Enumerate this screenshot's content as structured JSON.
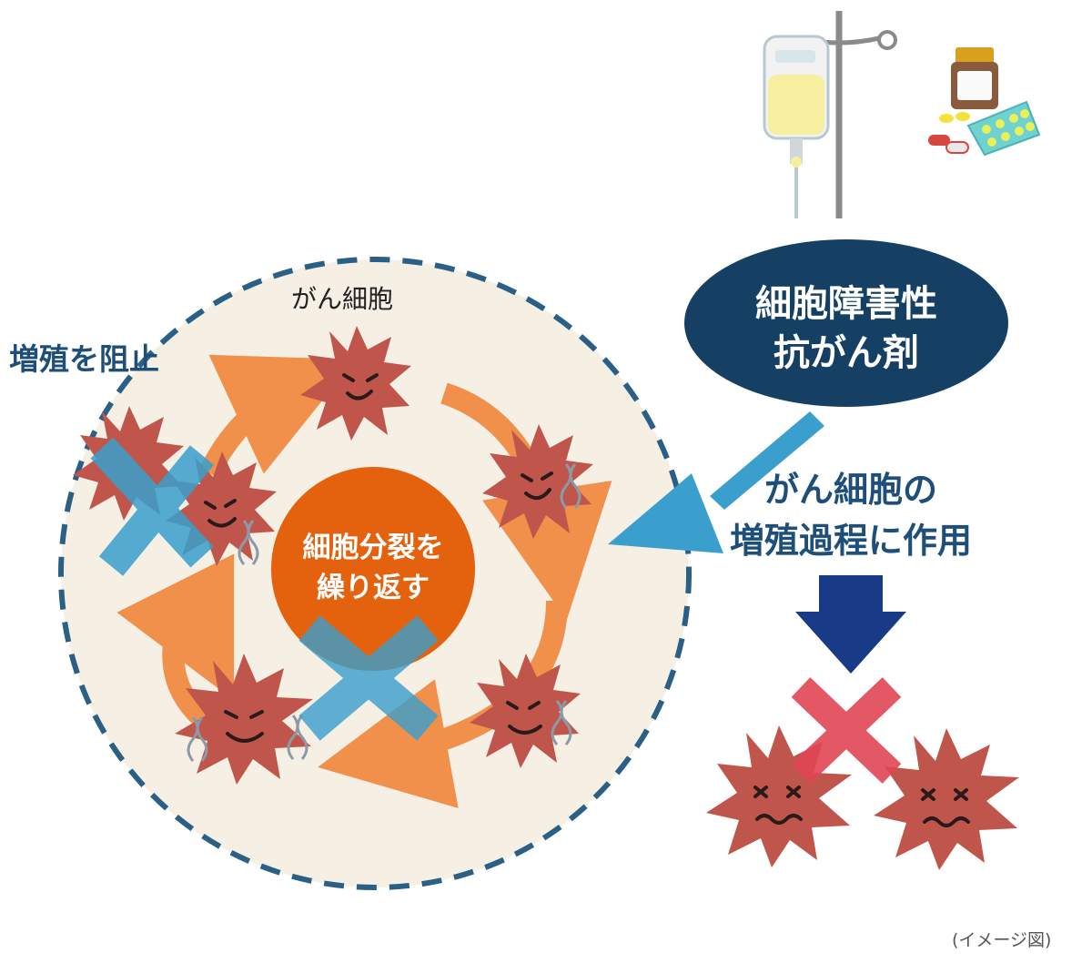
{
  "labels": {
    "cancer_cell": "がん細胞",
    "block_growth": "増殖を阻止",
    "drug_line1": "細胞障害性",
    "drug_line2": "抗がん剤",
    "action_line1": "がん細胞の",
    "action_line2": "増殖過程に作用",
    "center_line1": "細胞分裂を",
    "center_line2": "繰り返す",
    "note": "(イメージ図)"
  },
  "colors": {
    "circle_fill": "#f6efe4",
    "circle_border": "#2a5f86",
    "cell": "#c0564b",
    "cycle_arrow": "#f0904b",
    "center": "#e4620e",
    "cross_blue": "#3a9fcd",
    "drug_bubble": "#153f63",
    "down_arrow": "#193a86",
    "cross_red": "#e04654"
  },
  "icons": [
    "iv-drip-icon",
    "medicine-bottle-icon",
    "pill-blister-icon",
    "capsule-icon",
    "dna-icon"
  ]
}
